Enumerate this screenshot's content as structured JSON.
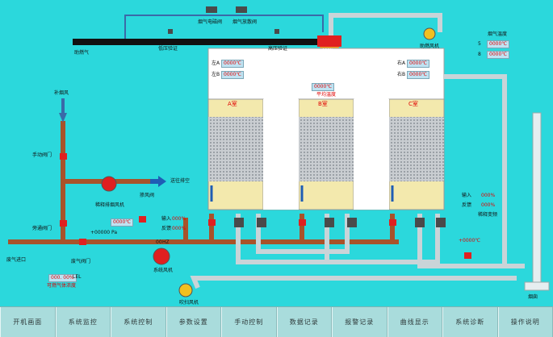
{
  "labels": {
    "combustion_air": "助燃气",
    "vent_valve_1": "烟气电磁阀",
    "vent_valve_2": "烟气放散阀",
    "low_pressure": "低压验证",
    "high_pressure": "高压验证",
    "blower": "助燃风机",
    "flue_temp": "烟气温度",
    "flue_a": "5",
    "flue_b": "8",
    "exhaust_fan": "补烟风",
    "manual_valve": "手动阀门",
    "dilution_fan": "稀释排烟风机",
    "to_chimney": "送往排空",
    "mix_valve": "掺风阀",
    "bypass_valve": "旁通阀门",
    "flue_inlet": "废气进口",
    "flue_valve": "废气阀门",
    "system_fan": "系统风机",
    "conc_label": "可燃气体浓度",
    "lel_unit": "LEL",
    "pa_unit": "Pa",
    "hz_unit": "HZ",
    "clean_blower": "吹扫风机",
    "chimney": "烟囱",
    "top_a": "左A",
    "top_b": "左B",
    "right_a": "右A",
    "right_b": "右B",
    "avg_temp": "平均温度",
    "chamber_a": "A室",
    "chamber_b": "B室",
    "chamber_c": "C室",
    "inlet": "输入",
    "outlet": "反馈",
    "dilution_freq": "稀释变频"
  },
  "values": {
    "burner": "000%",
    "top_a": "0000℃",
    "top_b": "0000℃",
    "right_a": "0000℃",
    "right_b": "0000℃",
    "avg_temp": "0000℃",
    "flue_a": "0000℃",
    "flue_b": "0000℃",
    "mix_temp": "0000℃",
    "inlet_pct": "000%",
    "outlet_pct": "000%",
    "pressure": "+00000",
    "freq": "00",
    "concentration": "000. 00%",
    "dil_inlet": "000%",
    "dil_outlet": "000%",
    "right_temp": "+0000℃"
  },
  "menu": [
    "开机画面",
    "系统监控",
    "系统控制",
    "参数设置",
    "手动控制",
    "数据记录",
    "报警记录",
    "曲线显示",
    "系统诊断",
    "操作说明"
  ],
  "colors": {
    "background": "#2bd8dc",
    "pipe_brown": "#a8532a",
    "pipe_gray": "#c9d4d8",
    "heat_band": "#f3e9ad",
    "media": "#bcc2c6",
    "flow_arrow": "#1f5db5",
    "valve_red": "#e02020"
  }
}
